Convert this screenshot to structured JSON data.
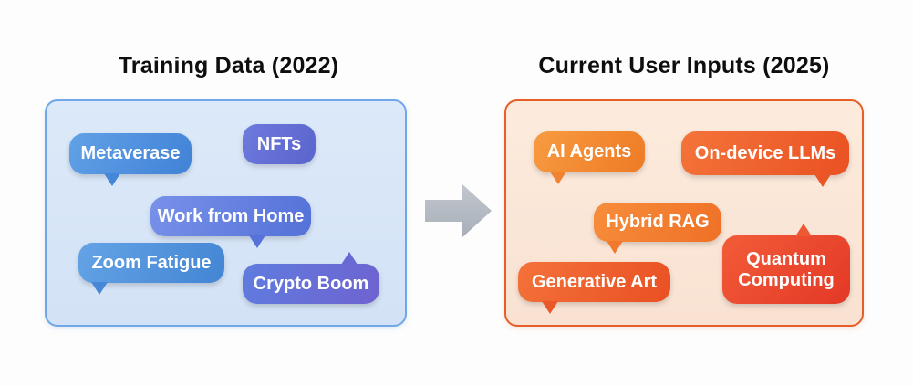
{
  "diagram": {
    "panels": [
      {
        "title": "Training Data (2022)",
        "theme": {
          "border": "#6fa7e7",
          "background": "#d8e6f8",
          "bubble_palette": "blue"
        },
        "bubbles": [
          {
            "label": "Metaverase",
            "color": "#4f93dd",
            "tail": "bottom-left"
          },
          {
            "label": "NFTs",
            "color": "#6470d5",
            "tail": "none"
          },
          {
            "label": "Work from Home",
            "color": "#6381e0",
            "tail": "bottom-center"
          },
          {
            "label": "Zoom Fatigue",
            "color": "#5093dc",
            "tail": "bottom-left"
          },
          {
            "label": "Crypto Boom",
            "color": "#6770d7",
            "tail": "top-right"
          }
        ]
      },
      {
        "title": "Current User Inputs (2025)",
        "theme": {
          "border": "#e65f28",
          "background": "#fbe7d8",
          "bubble_palette": "orange"
        },
        "bubbles": [
          {
            "label": "AI Agents",
            "color": "#f28933",
            "tail": "bottom-left"
          },
          {
            "label": "On-device LLMs",
            "color": "#ef5f2b",
            "tail": "bottom-right"
          },
          {
            "label": "Hybrid RAG",
            "color": "#f37f31",
            "tail": "bottom-left"
          },
          {
            "label": "Generative Art",
            "color": "#ee602d",
            "tail": "bottom-left"
          },
          {
            "label": "Quantum Computing",
            "color": "#e9462c",
            "tail": "top-right"
          }
        ]
      }
    ],
    "arrow": {
      "direction": "right",
      "color": "#b4bac3"
    }
  }
}
